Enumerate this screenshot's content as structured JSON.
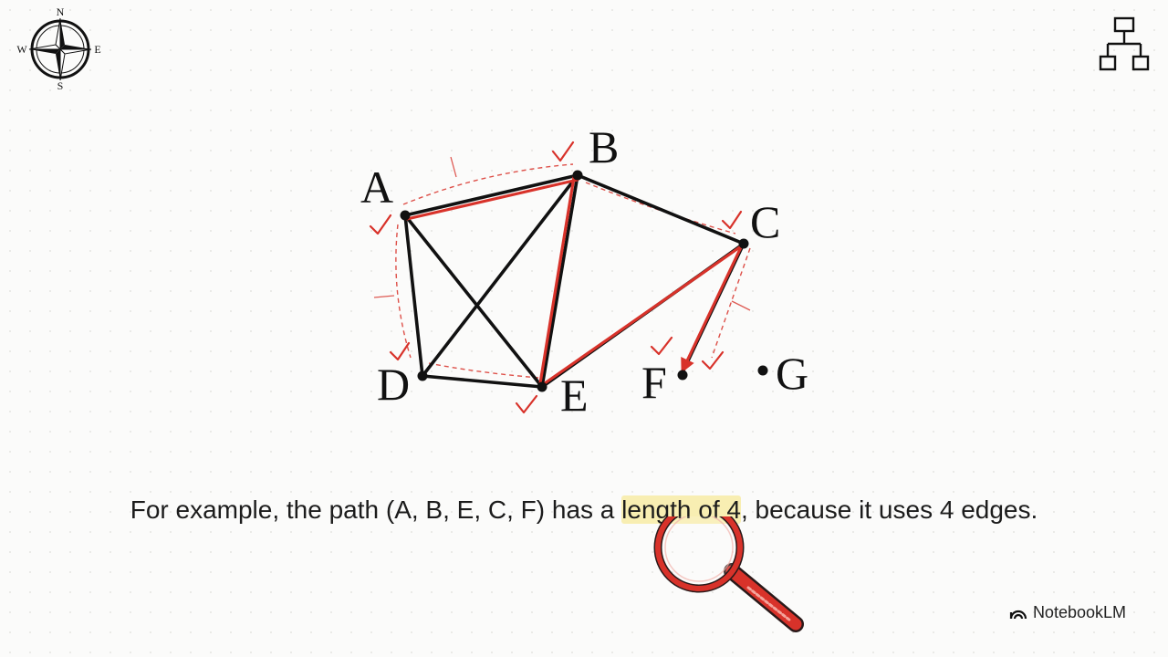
{
  "compass": {
    "north": "N",
    "south": "S",
    "east": "E",
    "west": "W",
    "icon": "compass-rose-icon"
  },
  "hierarchy_icon": "hierarchy-icon",
  "graph": {
    "nodes": [
      {
        "id": "A",
        "label": "A"
      },
      {
        "id": "B",
        "label": "B"
      },
      {
        "id": "C",
        "label": "C"
      },
      {
        "id": "D",
        "label": "D"
      },
      {
        "id": "E",
        "label": "E"
      },
      {
        "id": "F",
        "label": "F"
      },
      {
        "id": "G",
        "label": "G"
      }
    ],
    "edges": [
      {
        "from": "A",
        "to": "B",
        "on_path": true
      },
      {
        "from": "B",
        "to": "C",
        "on_path": false
      },
      {
        "from": "A",
        "to": "D",
        "on_path": false
      },
      {
        "from": "A",
        "to": "E",
        "on_path": false
      },
      {
        "from": "B",
        "to": "D",
        "on_path": false
      },
      {
        "from": "B",
        "to": "E",
        "on_path": true
      },
      {
        "from": "D",
        "to": "E",
        "on_path": false
      },
      {
        "from": "C",
        "to": "E",
        "on_path": true
      },
      {
        "from": "C",
        "to": "F",
        "on_path": true
      }
    ],
    "path": [
      "A",
      "B",
      "E",
      "C",
      "F"
    ],
    "path_color": "#d8322a",
    "edge_color": "#111111"
  },
  "caption": {
    "before": "For example, the path (A, B, E, C, F) has a ",
    "highlight": "length of 4",
    "after": ", because it uses 4 edges."
  },
  "magnifier_icon": "magnifying-glass-icon",
  "brand": {
    "name": "NotebookLM",
    "icon": "notebooklm-logo-icon"
  }
}
